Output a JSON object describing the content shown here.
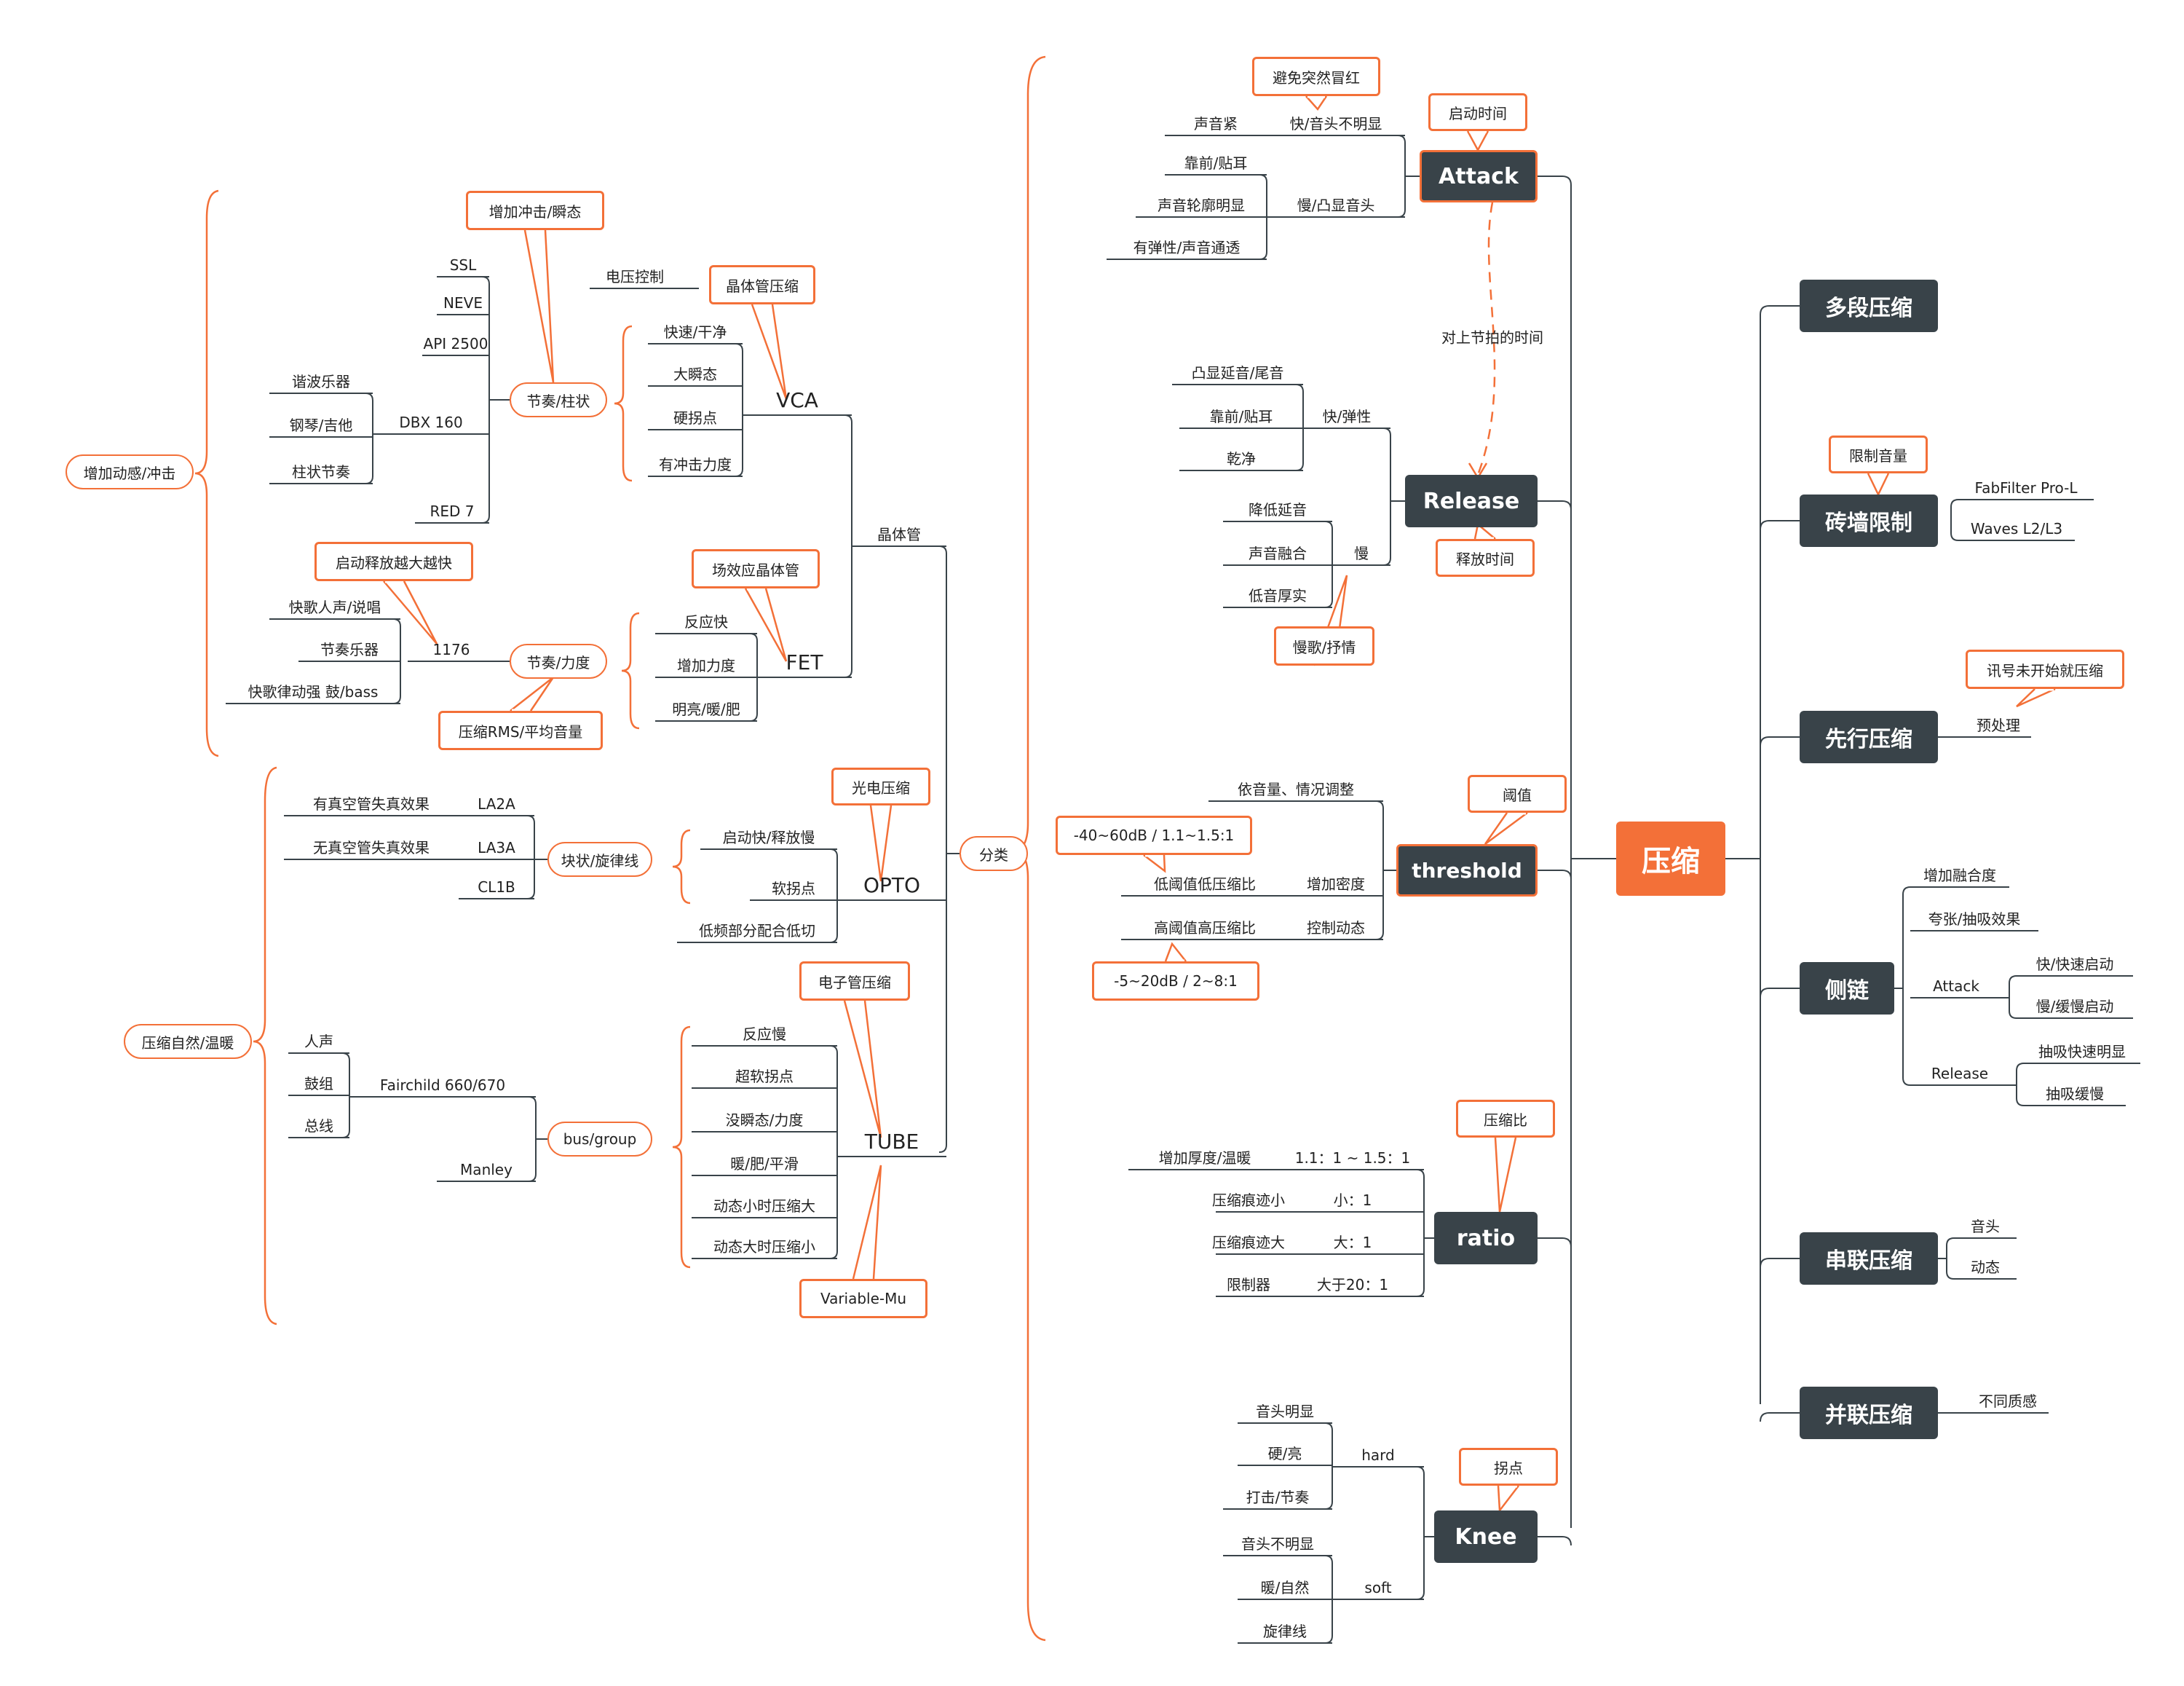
{
  "colors": {
    "accent": "#f37038",
    "dark": "#394349",
    "line": "#394349"
  },
  "root": {
    "label": "压缩"
  },
  "right": [
    {
      "label": "多段压缩",
      "children": []
    },
    {
      "label": "砖墙限制",
      "callout": "限制音量",
      "children": [
        "FabFilter Pro-L",
        "Waves L2/L3"
      ]
    },
    {
      "label": "先行压缩",
      "callout": "讯号未开始就压缩",
      "children": [
        "预处理"
      ]
    },
    {
      "label": "侧链",
      "children": [
        {
          "label": "增加融合度"
        },
        {
          "label": "夸张/抽吸效果"
        },
        {
          "label": "Attack",
          "children": [
            "快/快速启动",
            "慢/缓慢启动"
          ]
        },
        {
          "label": "Release",
          "children": [
            "抽吸快速明显",
            "抽吸缓慢"
          ]
        }
      ]
    },
    {
      "label": "串联压缩",
      "children": [
        "音头",
        "动态"
      ]
    },
    {
      "label": "并联压缩",
      "children": [
        "不同质感"
      ]
    }
  ],
  "attack": {
    "label": "Attack",
    "callout": "启动时间",
    "fast": {
      "label": "快/音头不明显",
      "callout": "避免突然冒红",
      "children": [
        "声音紧"
      ]
    },
    "slow": {
      "label": "慢/凸显音头",
      "children": [
        "靠前/贴耳",
        "声音轮廓明显",
        "有弹性/声音通透"
      ]
    }
  },
  "link_note": "对上节拍的时间",
  "release": {
    "label": "Release",
    "callout": "释放时间",
    "fast": {
      "label": "快/弹性",
      "children": [
        "凸显延音/尾音",
        "靠前/贴耳",
        "乾净"
      ]
    },
    "slow": {
      "label": "慢",
      "callout": "慢歌/抒情",
      "children": [
        "降低延音",
        "声音融合",
        "低音厚实"
      ]
    }
  },
  "threshold": {
    "label": "threshold",
    "callout": "阈值",
    "top": "依音量、情况调整",
    "dense": {
      "label": "增加密度",
      "child": "低阈值低压缩比",
      "callout": "-40~60dB / 1.1~1.5:1"
    },
    "dyn": {
      "label": "控制动态",
      "child": "高阈值高压缩比",
      "callout": "-5~20dB / 2~8:1"
    }
  },
  "ratio": {
    "label": "ratio",
    "callout": "压缩比",
    "rows": [
      {
        "value": "1.1：1 ~ 1.5：1",
        "desc": "增加厚度/温暖"
      },
      {
        "value": "小：1",
        "desc": "压缩痕迹小"
      },
      {
        "value": "大：1",
        "desc": "压缩痕迹大"
      },
      {
        "value": "大于20：1",
        "desc": "限制器"
      }
    ]
  },
  "knee": {
    "label": "Knee",
    "callout": "拐点",
    "hard": {
      "label": "hard",
      "children": [
        "音头明显",
        "硬/亮",
        "打击/节奏"
      ]
    },
    "soft": {
      "label": "soft",
      "children": [
        "音头不明显",
        "暖/自然",
        "旋律线"
      ]
    }
  },
  "left": {
    "category": "分类",
    "transistor": "晶体管",
    "vca": {
      "label": "VCA",
      "callout": "晶体管压缩",
      "voltage": "电压控制",
      "children": [
        "快速/干净",
        "大瞬态",
        "硬拐点",
        "有冲击力度"
      ]
    },
    "fet": {
      "label": "FET",
      "callout": "场效应晶体管",
      "children": [
        "反应快",
        "增加力度",
        "明亮/暖/肥"
      ]
    },
    "opto": {
      "label": "OPTO",
      "callout": "光电压缩",
      "children": [
        "启动快/释放慢",
        "软拐点",
        "低频部分配合低切"
      ]
    },
    "tube": {
      "label": "TUBE",
      "callout": "电子管压缩",
      "callout2": "Variable-Mu",
      "children": [
        "反应慢",
        "超软拐点",
        "没瞬态/力度",
        "暖/肥/平滑",
        "动态小时压缩大",
        "动态大时压缩小"
      ]
    },
    "rhythm": {
      "label": "节奏/柱状",
      "callout": "增加冲击/瞬态",
      "items": [
        "SSL",
        "NEVE",
        "API 2500",
        "DBX 160",
        "RED 7"
      ],
      "dbx": [
        "谐波乐器",
        "钢琴/吉他",
        "柱状节奏"
      ]
    },
    "force": {
      "label": "节奏/力度",
      "callout": "压缩RMS/平均音量",
      "model": "1176",
      "callout2": "启动释放越大越快",
      "items": [
        "快歌人声/说唱",
        "节奏乐器",
        "快歌律动强 鼓/bass"
      ]
    },
    "block": {
      "label": "块状/旋律线",
      "items": [
        "LA2A",
        "LA3A",
        "CL1B"
      ],
      "la2a": "有真空管失真效果",
      "la3a": "无真空管失真效果"
    },
    "bus": {
      "label": "bus/group",
      "items": [
        "Fairchild 660/670",
        "Manley"
      ],
      "fair": [
        "人声",
        "鼓组",
        "总线"
      ]
    },
    "group1": "增加动感/冲击",
    "group2": "压缩自然/温暖"
  }
}
